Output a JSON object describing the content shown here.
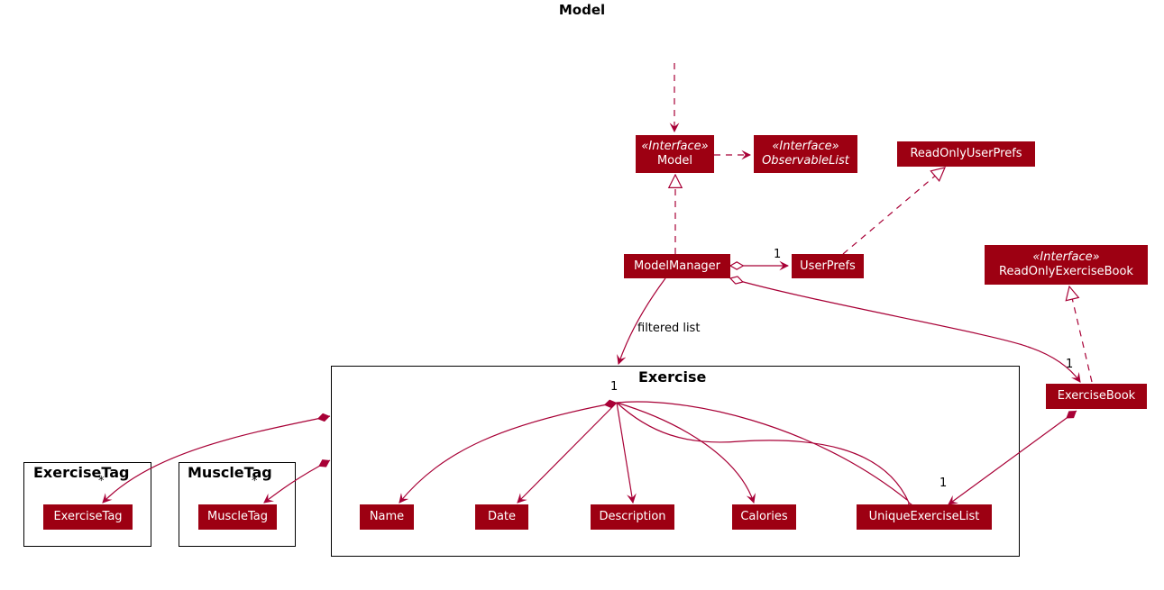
{
  "diagram": {
    "title": "Model",
    "packages": {
      "exercise": "Exercise",
      "exercise_tag": "ExerciseTag",
      "muscle_tag": "MuscleTag"
    },
    "classes": {
      "model": {
        "stereotype": "«Interface»",
        "name": "Model"
      },
      "observable_list": {
        "stereotype": "«Interface»",
        "name": "ObservableList"
      },
      "read_only_user_prefs": {
        "name": "ReadOnlyUserPrefs"
      },
      "model_manager": {
        "name": "ModelManager"
      },
      "user_prefs": {
        "name": "UserPrefs"
      },
      "read_only_exercise_book": {
        "stereotype": "«Interface»",
        "name": "ReadOnlyExerciseBook"
      },
      "exercise_book": {
        "name": "ExerciseBook"
      },
      "exercise_tag": {
        "name": "ExerciseTag"
      },
      "muscle_tag": {
        "name": "MuscleTag"
      },
      "name": {
        "name": "Name"
      },
      "date": {
        "name": "Date"
      },
      "description": {
        "name": "Description"
      },
      "calories": {
        "name": "Calories"
      },
      "unique_exercise_list": {
        "name": "UniqueExerciseList"
      }
    },
    "edge_labels": {
      "filtered_list": "filtered list",
      "mult_user_prefs": "1",
      "mult_exercise_book": "1",
      "mult_exercise": "1",
      "mult_unique_list": "1",
      "mult_exercise_tag": "*",
      "mult_muscle_tag": "*"
    },
    "colors": {
      "class_fill": "#9d0012",
      "class_text": "#ffffff",
      "edge": "#a80036",
      "package_border": "#000000"
    }
  }
}
